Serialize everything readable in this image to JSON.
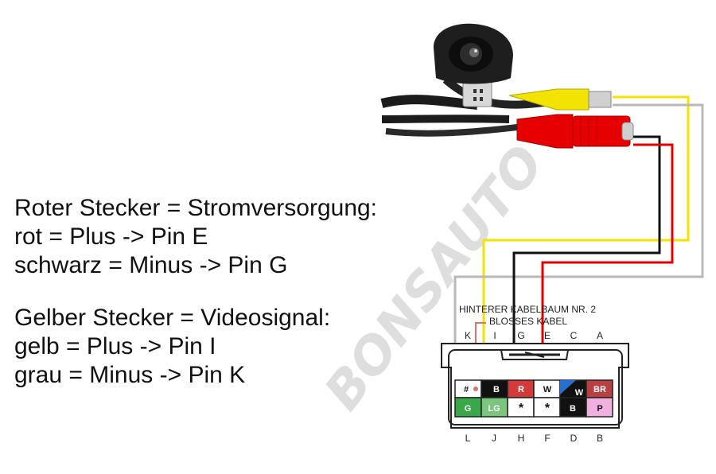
{
  "instructions": {
    "red_heading": "Roter Stecker = Stromversorgung:",
    "red_plus": "rot = Plus -> Pin E",
    "red_minus": "schwarz = Minus -> Pin G",
    "yellow_heading": "Gelber Stecker = Videosignal:",
    "yellow_plus": "gelb = Plus -> Pin I",
    "yellow_minus": "grau = Minus -> Pin K"
  },
  "harness": {
    "title": "HINTERER KABELBAUM NR. 2",
    "subtitle": "BLOSSES KABEL",
    "top_pins": [
      "K",
      "I",
      "G",
      "E",
      "C",
      "A"
    ],
    "bottom_pins": [
      "L",
      "J",
      "H",
      "F",
      "D",
      "B"
    ],
    "row1": [
      "#",
      "B",
      "R",
      "W",
      "W",
      "BR"
    ],
    "row2": [
      "G",
      "LG",
      "*",
      "*",
      "B",
      "P"
    ]
  },
  "watermark": "BONSAUTO",
  "colors": {
    "wire_yellow": "#f2e300",
    "wire_gray": "#b8b8b8",
    "wire_red": "#e30000",
    "wire_black": "#111111"
  }
}
